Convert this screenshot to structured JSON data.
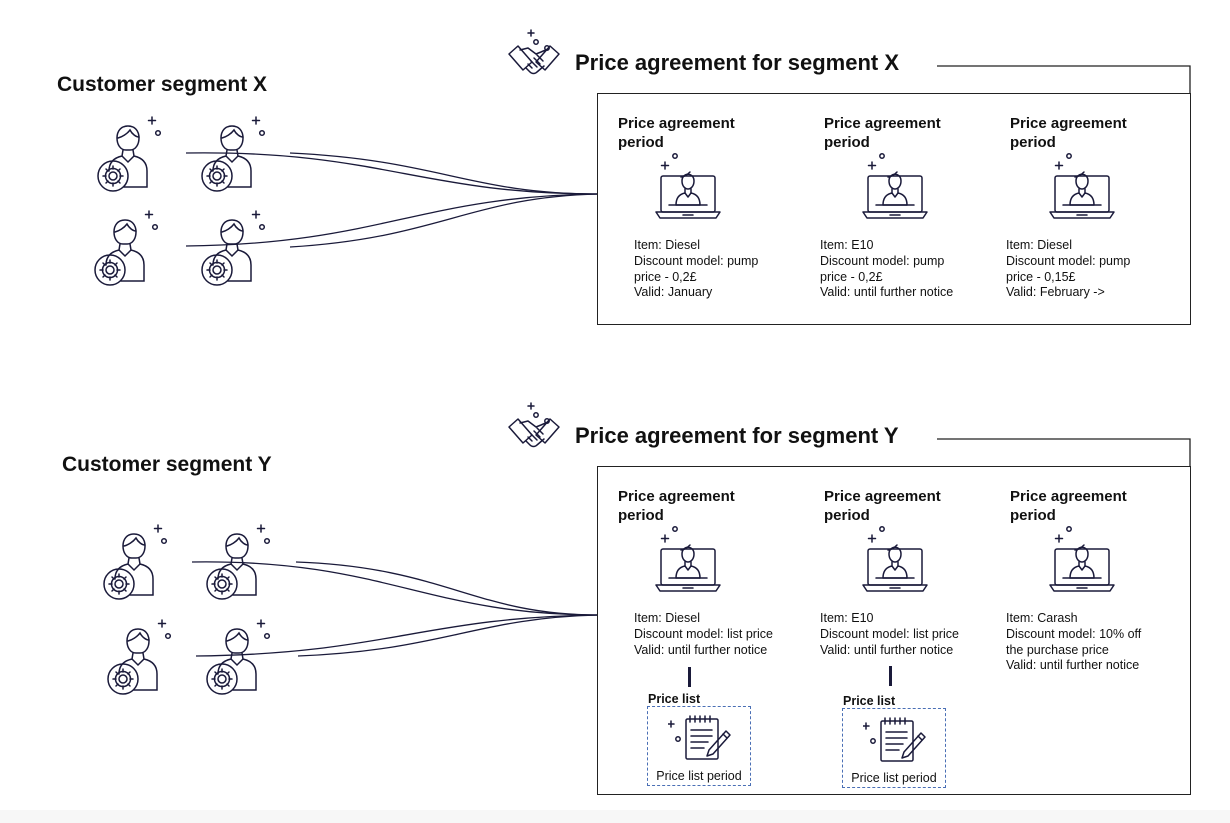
{
  "segments": [
    {
      "customer_title": "Customer segment X",
      "agreement_title": "Price agreement for segment X",
      "periods": [
        {
          "title": "Price agreement period",
          "details": [
            "Item: Diesel",
            "Discount model: pump",
            "price - 0,2£",
            "Valid: January"
          ]
        },
        {
          "title": "Price agreement period",
          "details": [
            "Item: E10",
            "Discount model: pump",
            "price - 0,2£",
            "Valid: until further notice"
          ]
        },
        {
          "title": "Price agreement period",
          "details": [
            "Item: Diesel",
            "Discount model: pump",
            "price - 0,15£",
            "Valid: February ->"
          ]
        }
      ]
    },
    {
      "customer_title": "Customer segment Y",
      "agreement_title": "Price agreement for segment Y",
      "periods": [
        {
          "title": "Price agreement period",
          "details": [
            "Item: Diesel",
            "Discount model: list price",
            "Valid: until further notice"
          ],
          "price_list": {
            "label": "Price list",
            "period": "Price list period"
          }
        },
        {
          "title": "Price agreement period",
          "details": [
            "Item: E10",
            "Discount model:  list price",
            "Valid: until further notice"
          ],
          "price_list": {
            "label": "Price list",
            "period": "Price list period"
          }
        },
        {
          "title": "Price agreement period",
          "details": [
            "Item: Carash",
            "Discount model: 10% off",
            "the purchase price",
            "Valid: until further notice"
          ]
        }
      ]
    }
  ],
  "icons": {
    "customer": "customer-settings-icon",
    "agreement": "handshake-icon",
    "period": "laptop-user-icon",
    "price_list": "notepad-pencil-icon"
  },
  "colors": {
    "line": "#1a1a3a",
    "dashed_border": "#4a6fb5"
  }
}
